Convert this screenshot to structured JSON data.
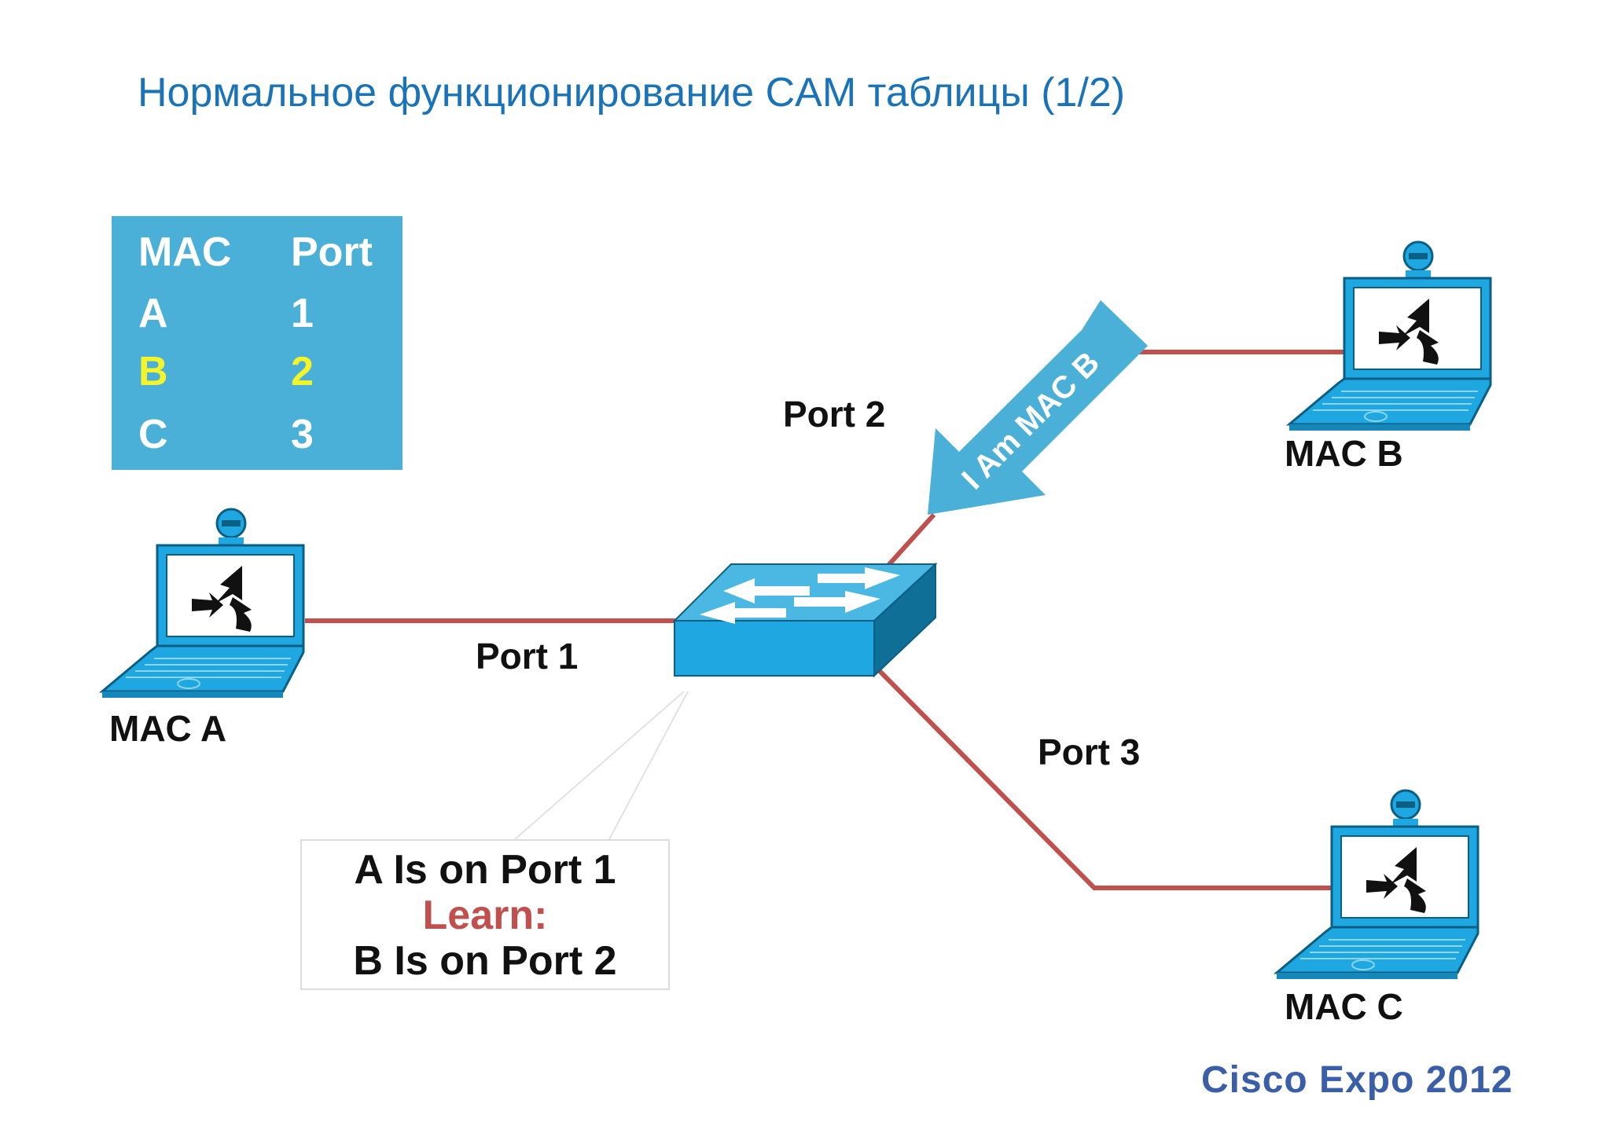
{
  "title": "Нормальное функционирование CAM таблицы (1/2)",
  "cam_table": {
    "headers": [
      "MAC",
      "Port"
    ],
    "rows": [
      {
        "mac": "A",
        "port": "1",
        "highlight": false
      },
      {
        "mac": "B",
        "port": "2",
        "highlight": true
      },
      {
        "mac": "C",
        "port": "3",
        "highlight": false
      }
    ]
  },
  "hosts": {
    "a": "MAC A",
    "b": "MAC B",
    "c": "MAC C"
  },
  "ports": {
    "p1": "Port 1",
    "p2": "Port 2",
    "p3": "Port 3"
  },
  "frame_arrow_label": "I Am MAC B",
  "callout": {
    "line1": "A Is on Port 1",
    "line2": "Learn:",
    "line3": "B Is on Port 2"
  },
  "brand": "Cisco Expo 2012",
  "colors": {
    "title": "#1a73b8",
    "table_bg": "#4bb0d8",
    "highlight": "#f4f42a",
    "link": "#c0504d",
    "device": "#1ea7e1",
    "learn": "#c0504d"
  }
}
